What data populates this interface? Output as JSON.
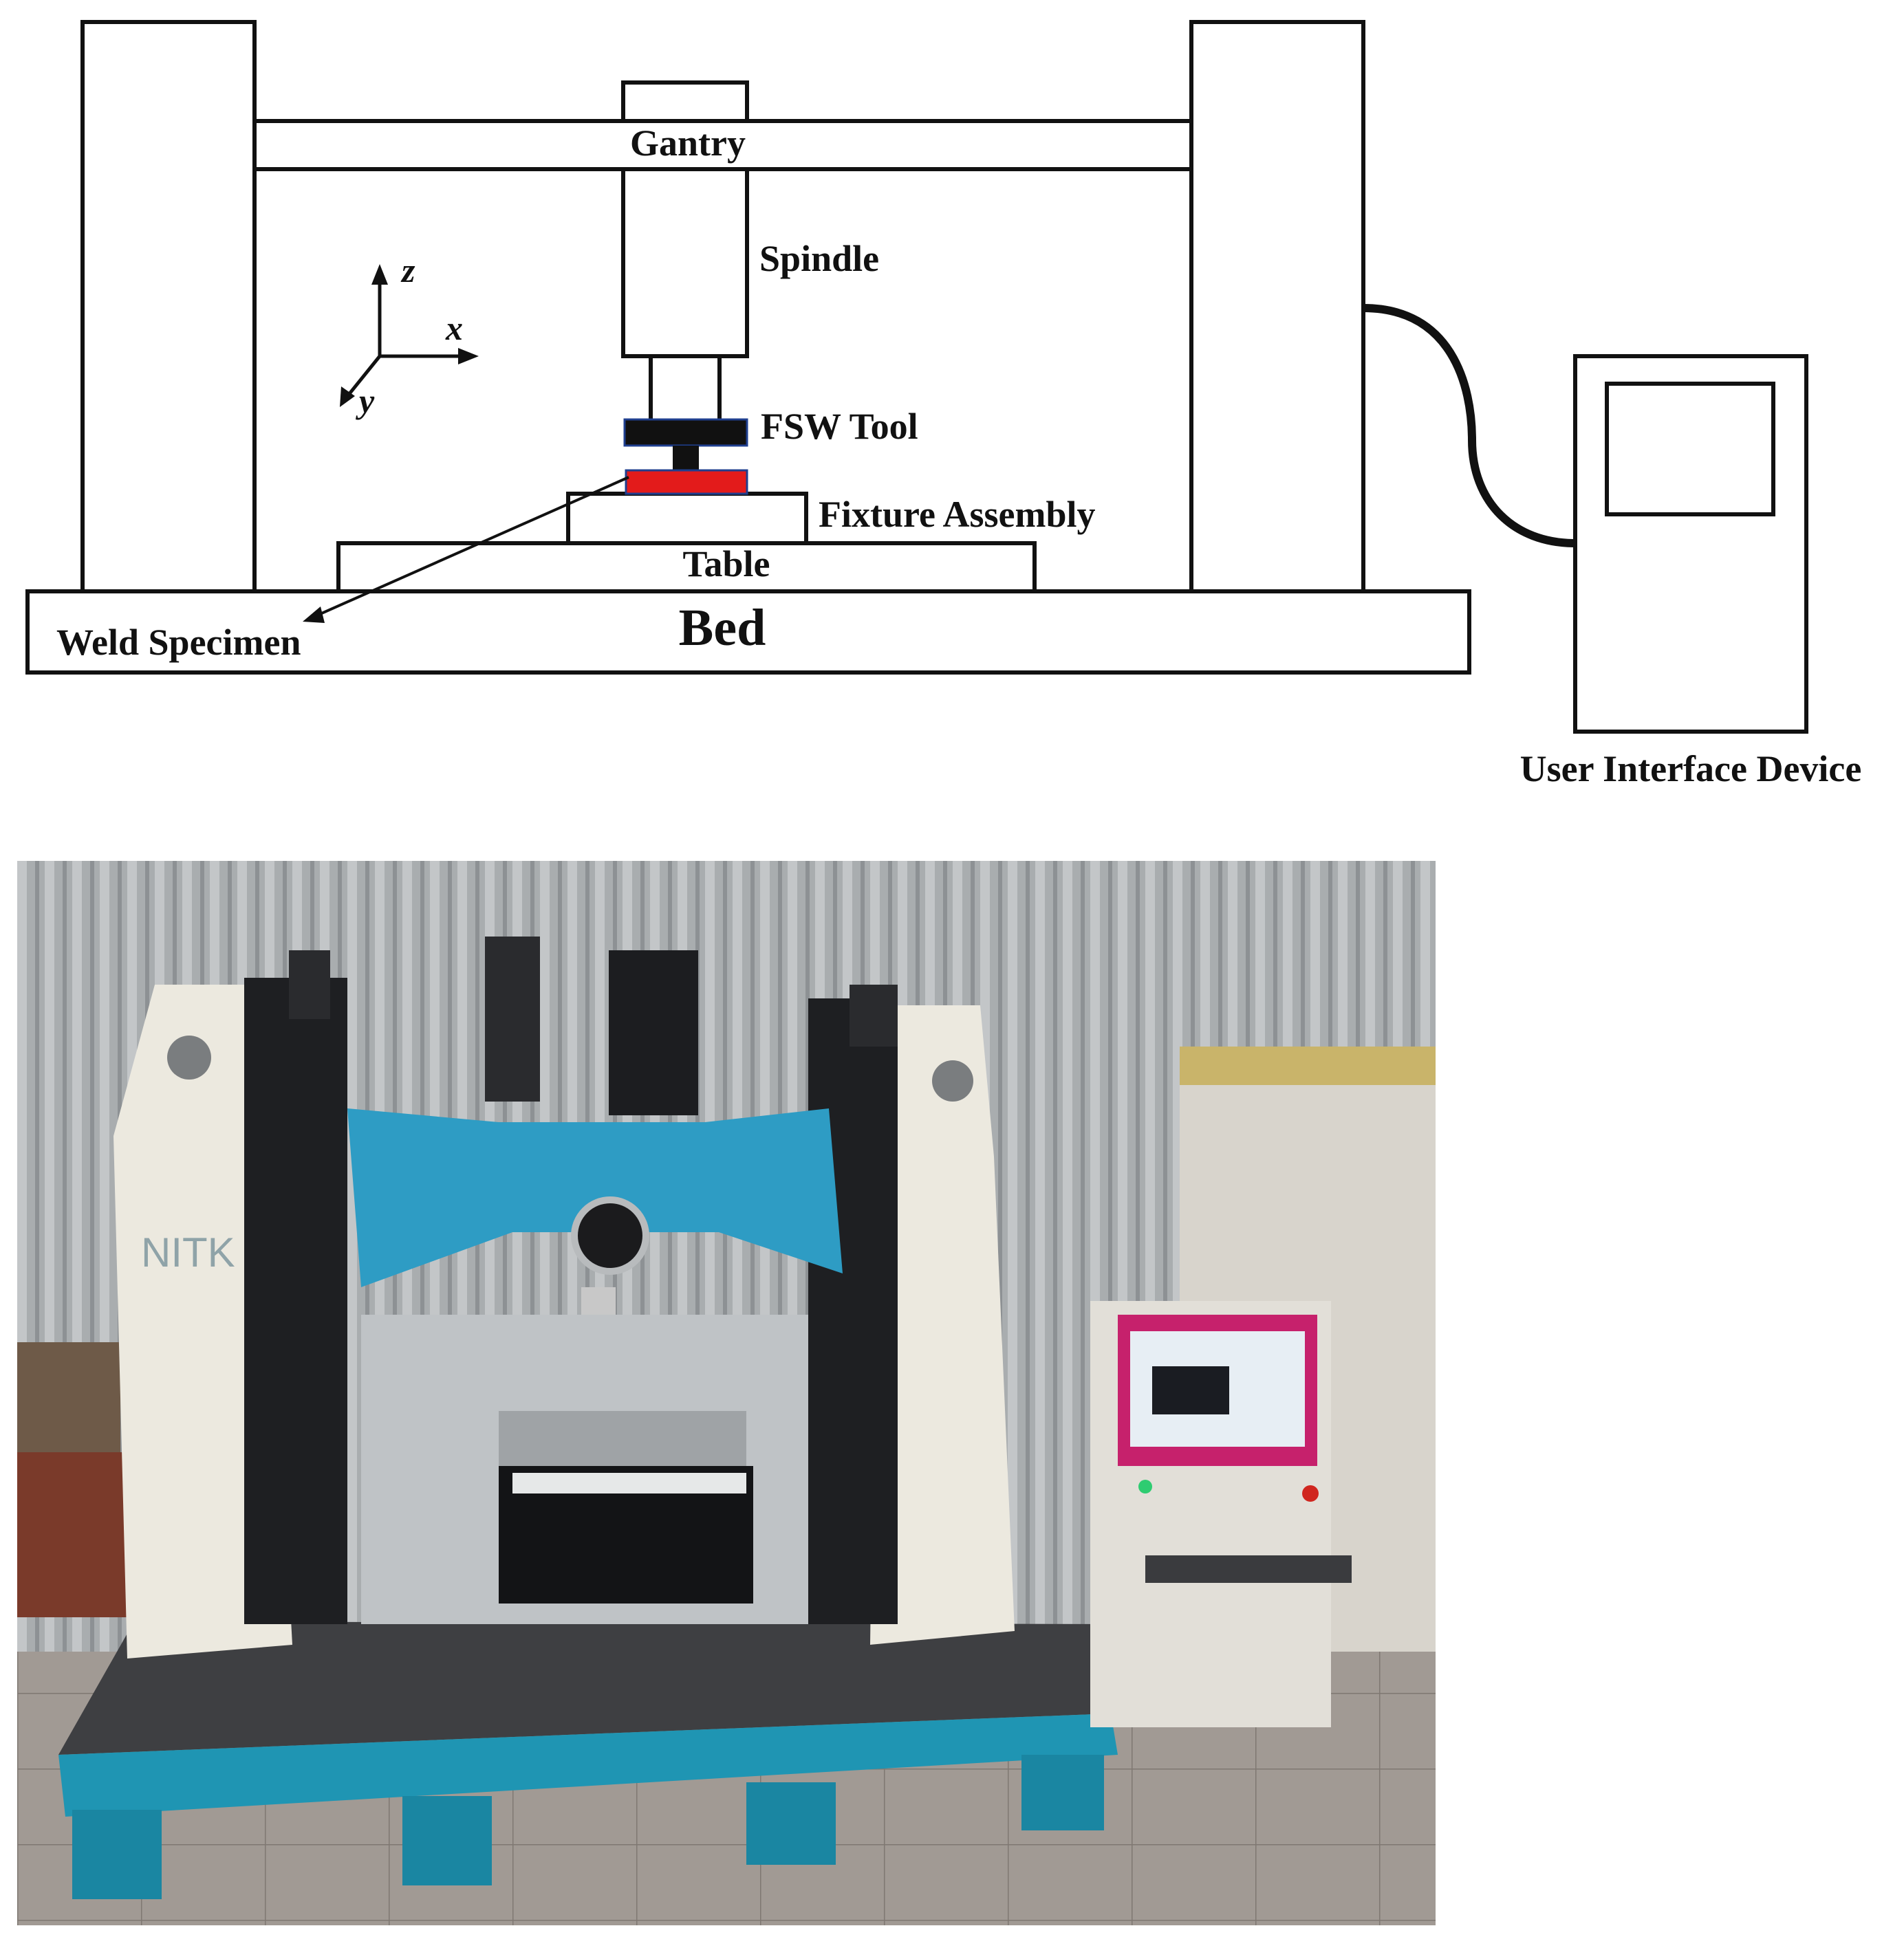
{
  "schematic": {
    "labels": {
      "gantry": "Gantry",
      "spindle": "Spindle",
      "fsw_tool": "FSW Tool",
      "fixture_assembly": "Fixture Assembly",
      "table": "Table",
      "bed": "Bed",
      "weld_specimen": "Weld Specimen",
      "user_interface_device": "User Interface Device"
    },
    "axes": {
      "z": "z",
      "x": "x",
      "y": "y"
    },
    "colors": {
      "outline": "#111111",
      "fsw_tool": "#111111",
      "weld_specimen": "#e31b1b",
      "tool_border": "#1f3f8f"
    }
  },
  "photo": {
    "description_icon": "fsw-machine-photo",
    "column_marking": "NITK",
    "colors": {
      "gantry_beam": "#2e9cc4",
      "base": "#1f95b3",
      "columns": "#ece9df",
      "console_frame": "#c6216c",
      "wall": "#a8acae",
      "floor": "#9a9490"
    }
  }
}
